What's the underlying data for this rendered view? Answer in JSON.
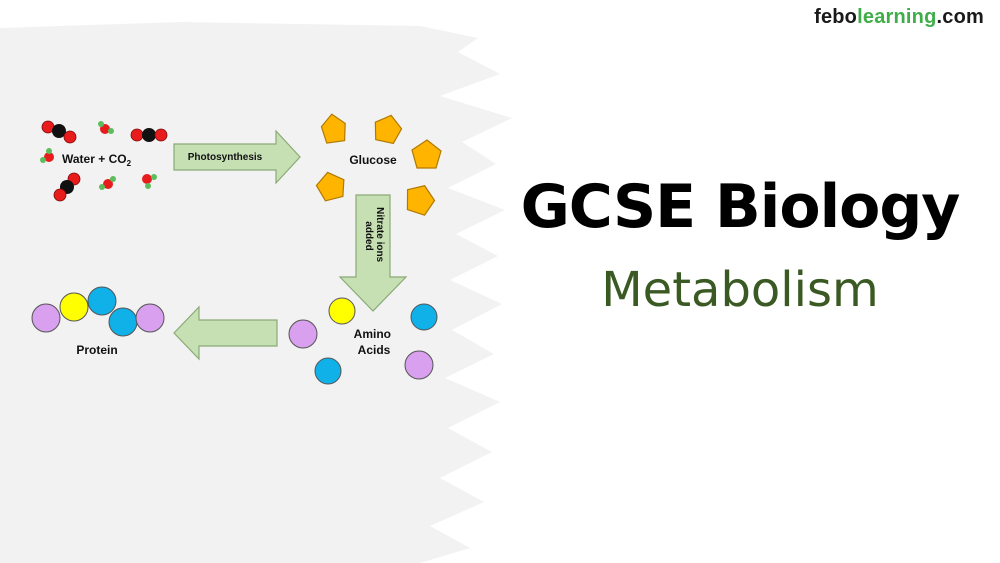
{
  "brand": {
    "part1": "febo",
    "part2": "learning",
    "part3": ".com",
    "accent_color": "#3fae49"
  },
  "title": "GCSE Biology",
  "subtitle": "Metabolism",
  "diagram": {
    "water_label": "Water + CO",
    "water_subscript": "2",
    "photosynthesis_label": "Photosynthesis",
    "glucose_label": "Glucose",
    "nitrate_line1": "Nitrate ions",
    "nitrate_line2": "added",
    "amino_line1": "Amino",
    "amino_line2": "Acids",
    "protein_label": "Protein"
  },
  "colors": {
    "arrow_fill": "#c6e0b4",
    "arrow_stroke": "#8aaa76",
    "glucose": "#ffb400",
    "amino_blue": "#10b0e8",
    "amino_purple": "#d8a0ee",
    "amino_yellow": "#ffff00",
    "oxygen_red": "#e81c1c",
    "carbon_black": "#111111",
    "hydrogen_green": "#5cbd5c",
    "background_gray": "#f2f2f2",
    "subtitle_green": "#3b5a23"
  }
}
